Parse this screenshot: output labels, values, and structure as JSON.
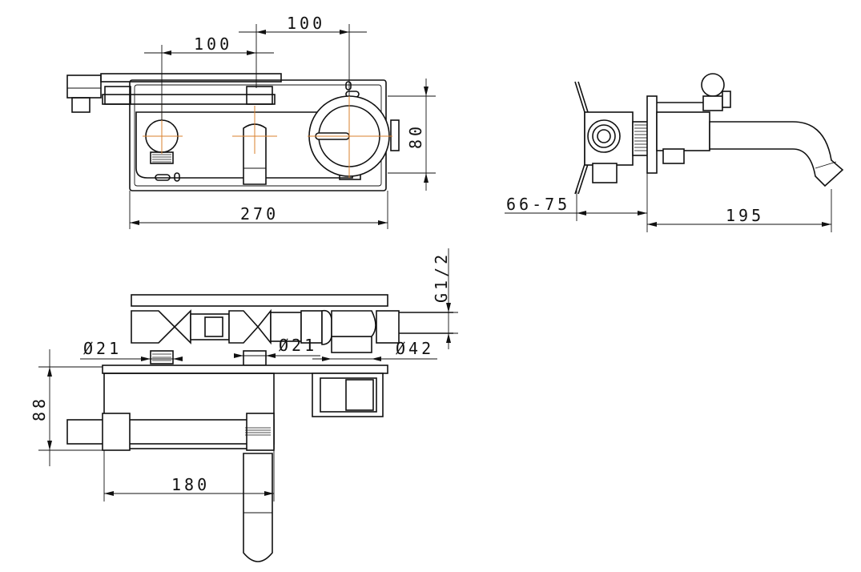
{
  "dimensions": {
    "top_spacing_left": "100",
    "top_spacing_right": "100",
    "plate_height": "80",
    "plate_width": "270",
    "wall_depth_range": "66-75",
    "spout_reach": "195",
    "thread_size": "G1/2",
    "body_depth": "88",
    "body_width": "180",
    "diameter_left": "Ø21",
    "diameter_middle": "Ø21",
    "diameter_right": "Ø42"
  }
}
